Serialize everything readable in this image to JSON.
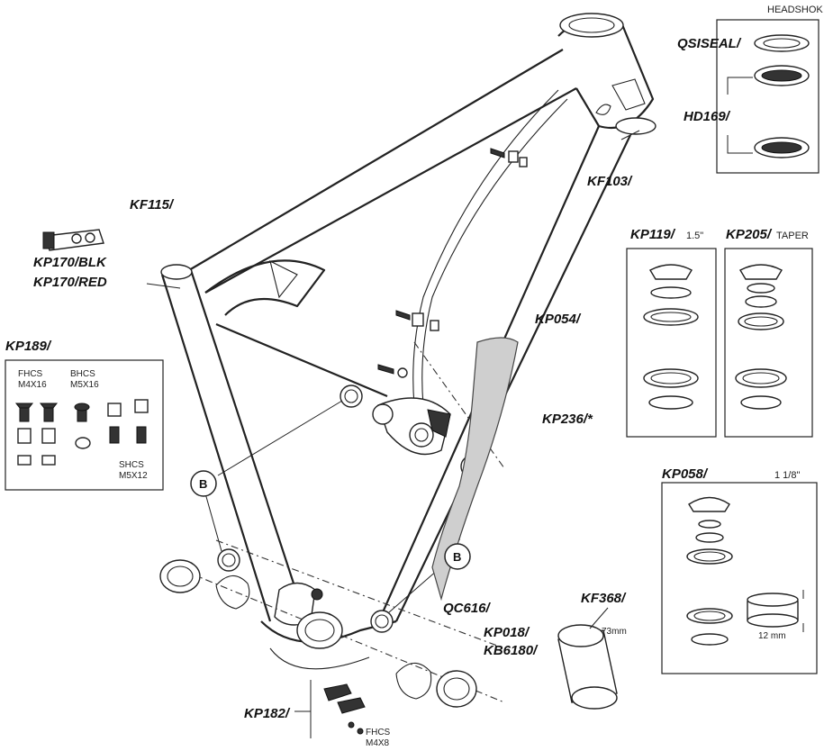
{
  "labels": {
    "headshok": "HEADSHOK",
    "qsiseal": "QSISEAL/",
    "hd169": "HD169/",
    "kf103": "KF103/",
    "kf115": "KF115/",
    "kp170blk": "KP170/BLK",
    "kp170red": "KP170/RED",
    "kp054": "KP054/",
    "kp119": "KP119/",
    "kp119_size": "1.5\"",
    "kp205": "KP205/",
    "kp205_size": "TAPER",
    "kp189": "KP189/",
    "fhcs_a": "FHCS",
    "fhcs_a_size": "M4X16",
    "bhcs": "BHCS",
    "bhcs_size": "M5X16",
    "shcs": "SHCS",
    "shcs_size": "M5X12",
    "kp236": "KP236/*",
    "b_left": "B",
    "b_right": "B",
    "kp058": "KP058/",
    "kp058_size": "1 1/8\"",
    "kf368": "KF368/",
    "kf368_width": "73mm",
    "qc616": "QC616/",
    "kp018": "KP018/",
    "kb6180": "KB6180/",
    "kp182": "KP182/",
    "fhcs_b": "FHCS",
    "fhcs_b_size": "M4X8",
    "spacer_height": "12 mm"
  }
}
